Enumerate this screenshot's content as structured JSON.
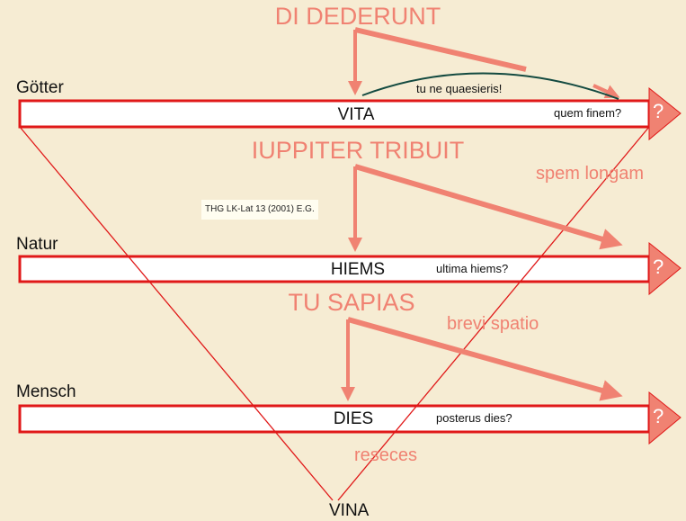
{
  "headings": {
    "top": "DI DEDERUNT",
    "middle": "IUPPITER TRIBUIT",
    "bottom": "TU SAPIAS"
  },
  "levels": [
    {
      "label": "Götter",
      "word": "VITA",
      "question": "quem finem?"
    },
    {
      "label": "Natur",
      "word": "HIEMS",
      "question": "ultima hiems?"
    },
    {
      "label": "Mensch",
      "word": "DIES",
      "question": "posterus dies?"
    }
  ],
  "annotations": {
    "curve_label": "tu ne quaesieris!",
    "spem": "spem longam",
    "brevi": "brevi spatio",
    "reseces": "reseces",
    "vina": "VINA",
    "arrow_mark": "?"
  },
  "credit": "THG LK-Lat 13 (2001) E.G.",
  "colors": {
    "background": "#f6ecd3",
    "salmon": "#f08272",
    "red": "#e01818",
    "curve": "#134a40"
  }
}
